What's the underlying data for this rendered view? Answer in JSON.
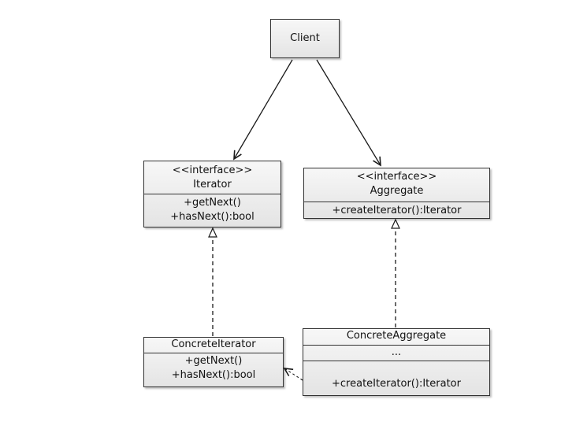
{
  "client": {
    "name": "Client"
  },
  "iterator": {
    "stereotype": "<<interface>>",
    "name": "Iterator",
    "methods": [
      "+getNext()",
      "+hasNext():bool"
    ]
  },
  "aggregate": {
    "stereotype": "<<interface>>",
    "name": "Aggregate",
    "methods": [
      "+createIterator():Iterator"
    ]
  },
  "concrete_iterator": {
    "name": "ConcreteIterator",
    "methods": [
      "+getNext()",
      "+hasNext():bool"
    ]
  },
  "concrete_aggregate": {
    "name": "ConcreteAggregate",
    "attributes": "...",
    "methods": [
      "+createIterator():Iterator"
    ]
  },
  "colors": {
    "line": "#1a1a1a",
    "box_fill_top": "#f7f7f7",
    "box_fill_bottom": "#e4e4e4"
  }
}
